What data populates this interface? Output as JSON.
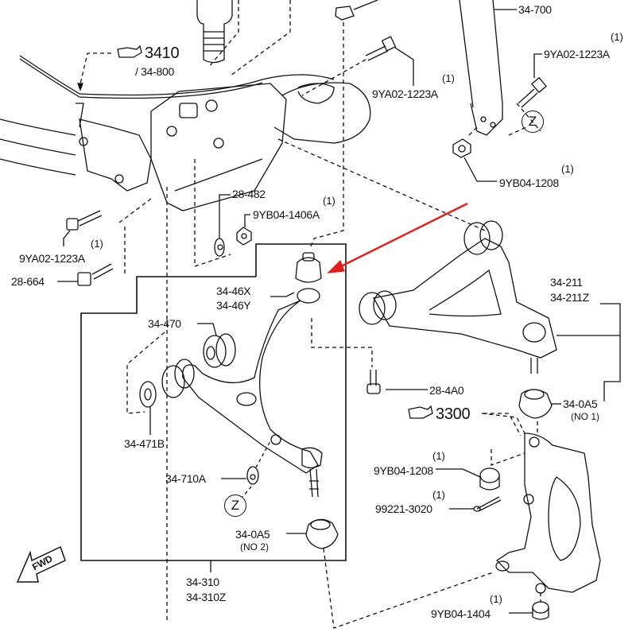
{
  "diagram": {
    "title_refs": {
      "ref_3410": "3410",
      "ref_34_800": "/ 34-800",
      "ref_3300": "3300"
    },
    "labels": {
      "p34_700": "34-700",
      "qty_a": "(1)",
      "p9ya02_a": "9YA02-1223A",
      "qty_b": "(1)",
      "p9ya02_b": "9YA02-1223A",
      "z_top": "Z",
      "qty_c": "(1)",
      "p9yb04_1208_a": "9YB04-1208",
      "p28_482": "28-482",
      "qty_d": "(1)",
      "p9yb04_1406a": "9YB04-1406A",
      "qty_e": "(1)",
      "p9ya02_c": "9YA02-1223A",
      "p28_664": "28-664",
      "p34_46x": "34-46X",
      "p34_46y": "34-46Y",
      "p34_211": "34-211",
      "p34_211z": "34-211Z",
      "p34_470": "34-470",
      "p28_4a0": "28-4A0",
      "p34_0a5_1": "34-0A5",
      "no1": "(NO 1)",
      "p34_471b": "34-471B",
      "qty_f": "(1)",
      "p9yb04_1208_b": "9YB04-1208",
      "p34_710a": "34-710A",
      "z_bottom": "Z",
      "qty_g": "(1)",
      "p99221": "99221-3020",
      "p34_0a5_2": "34-0A5",
      "no2": "(NO 2)",
      "p34_310": "34-310",
      "p34_310z": "34-310Z",
      "qty_h": "(1)",
      "p9yb04_1404": "9YB04-1404",
      "fwd": "FWD"
    },
    "colors": {
      "line": "#111111",
      "highlight_arrow": "#e02020"
    }
  }
}
